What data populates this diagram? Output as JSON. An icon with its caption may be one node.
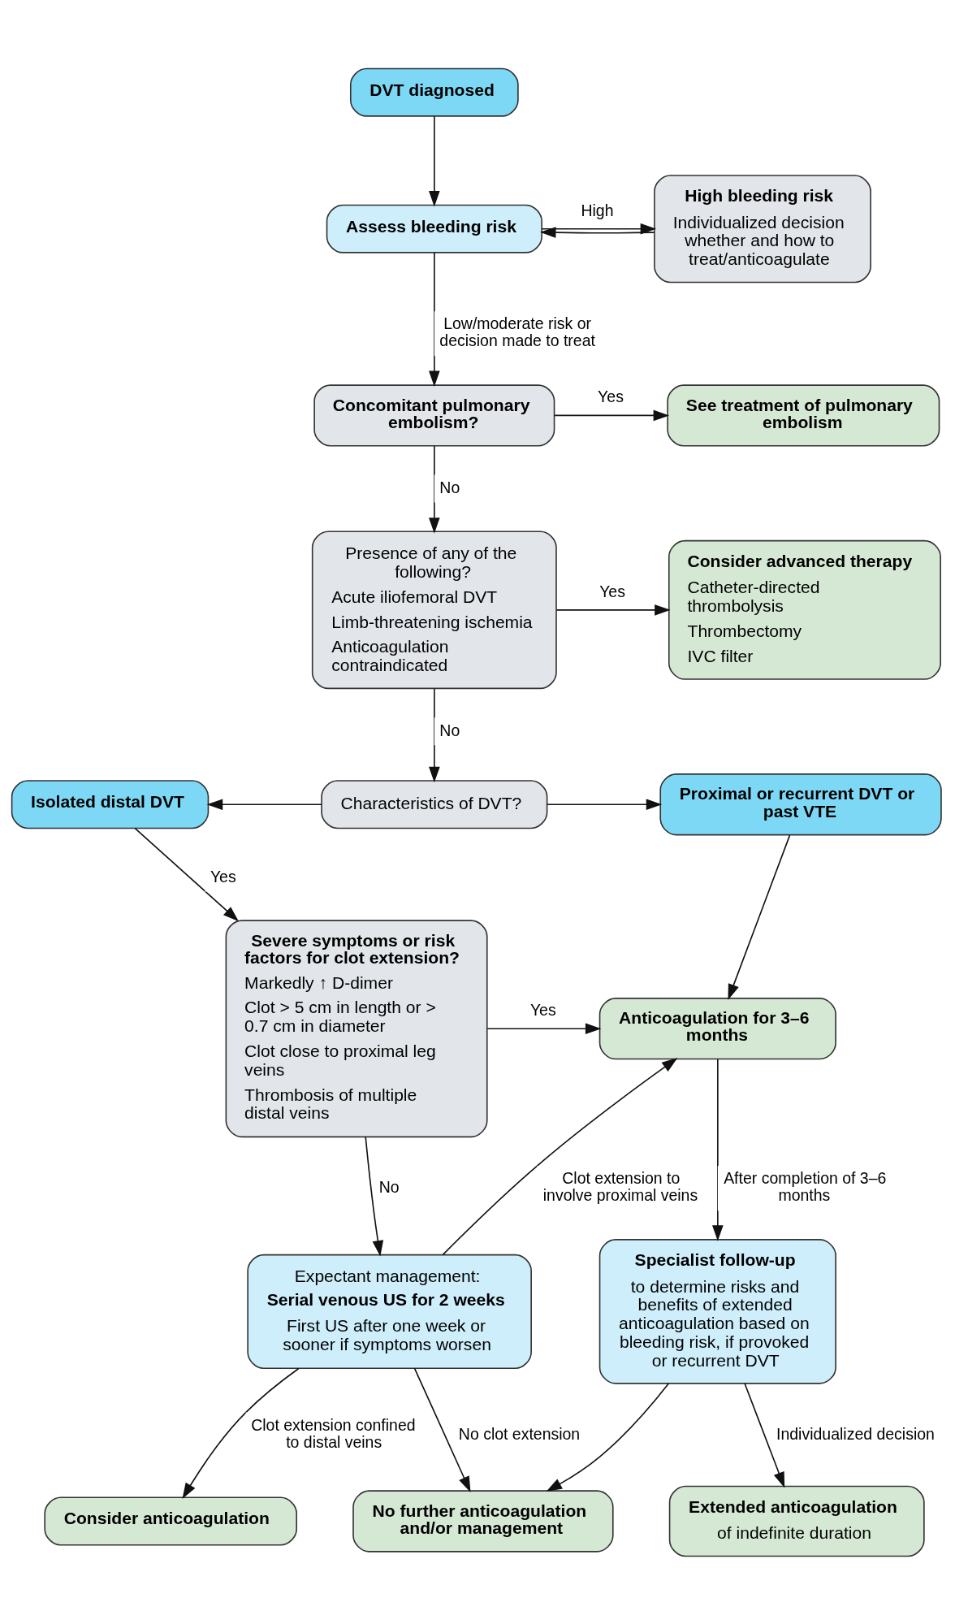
{
  "diagram": {
    "nodes": [
      {
        "text": [
          "DVT diagnosed"
        ]
      },
      {
        "text": [
          "Assess bleeding risk"
        ]
      },
      {
        "text": [
          "High bleeding risk",
          "Individualized decision whether and how to treat/anticoagulate"
        ]
      },
      {
        "text": [
          "Concomitant pulmonary embolism?"
        ]
      },
      {
        "text": [
          "See treatment of pulmonary embolism"
        ]
      },
      {
        "text": [
          "Presence of any of the following?",
          "Acute iliofemoral DVT",
          "Limb-threatening ischemia",
          "Anticoagulation contraindicated"
        ]
      },
      {
        "text": [
          "Consider advanced therapy",
          "Catheter-directed thrombolysis",
          "Thrombectomy",
          "IVC filter"
        ]
      },
      {
        "text": [
          "Characteristics of DVT?"
        ]
      },
      {
        "text": [
          "Isolated distal DVT"
        ]
      },
      {
        "text": [
          "Proximal or recurrent DVT or past VTE"
        ]
      },
      {
        "text": [
          "Severe symptoms or risk factors for clot extension?",
          "Markedly ↑ D-dimer",
          "Clot > 5 cm in length or > 0.7 cm in diameter",
          "Clot close to proximal leg veins",
          "Thrombosis of multiple distal veins"
        ]
      },
      {
        "text": [
          "Anticoagulation for 3–6 months"
        ]
      },
      {
        "text": [
          "Expectant management:",
          "Serial venous US for 2 weeks",
          "First US after one week or sooner if symptoms worsen"
        ]
      },
      {
        "text": [
          "Specialist follow-up",
          "to determine risks and benefits of extended anticoagulation based on bleeding risk, if provoked or recurrent DVT"
        ]
      },
      {
        "text": [
          "Consider anticoagulation"
        ]
      },
      {
        "text": [
          "No further anticoagulation and/or management"
        ]
      },
      {
        "text": [
          "Extended anticoagulation",
          "of indefinite duration"
        ]
      }
    ],
    "edges": [
      {
        "from": 0,
        "to": 1,
        "arrow": "to"
      },
      {
        "from": 1,
        "to": 2,
        "arrow": "to",
        "label": "High"
      },
      {
        "from": 2,
        "to": 1,
        "arrow": "to"
      },
      {
        "from": 1,
        "to": 3,
        "arrow": "to",
        "label": "Low/moderate risk or decision made to treat"
      },
      {
        "from": 3,
        "to": 4,
        "arrow": "to",
        "label": "Yes"
      },
      {
        "from": 3,
        "to": 5,
        "arrow": "to",
        "label": "No"
      },
      {
        "from": 5,
        "to": 6,
        "arrow": "to",
        "label": "Yes"
      },
      {
        "from": 5,
        "to": 7,
        "arrow": "to",
        "label": "No"
      },
      {
        "from": 7,
        "to": 8,
        "arrow": "to"
      },
      {
        "from": 7,
        "to": 9,
        "arrow": "to"
      },
      {
        "from": 8,
        "to": 10,
        "arrow": "to",
        "label": "Yes"
      },
      {
        "from": 9,
        "to": 11,
        "arrow": "to"
      },
      {
        "from": 10,
        "to": 11,
        "arrow": "to",
        "label": "Yes"
      },
      {
        "from": 10,
        "to": 12,
        "arrow": "to",
        "label": "No"
      },
      {
        "from": 12,
        "to": 11,
        "arrow": "to",
        "label": "Clot extension to involve proximal veins"
      },
      {
        "from": 12,
        "to": 15,
        "arrow": "to",
        "label": "No clot extension"
      },
      {
        "from": 12,
        "to": 14,
        "arrow": "to",
        "label": "Clot extension confined to distal veins"
      },
      {
        "from": 11,
        "to": 13,
        "arrow": "to",
        "label": "After completion of 3–6 months"
      },
      {
        "from": 13,
        "to": 15,
        "arrow": "to"
      },
      {
        "from": 13,
        "to": 16,
        "arrow": "to",
        "label": "Individualized decision"
      }
    ]
  }
}
